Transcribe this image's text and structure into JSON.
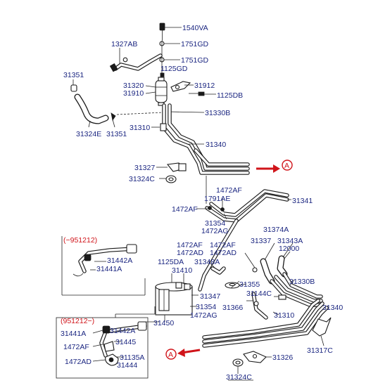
{
  "labels": {
    "p1540VA": "1540VA",
    "p1751GD_a": "1751GD",
    "p1327AB": "1327AB",
    "p1751GD_b": "1751GD",
    "p1125GD": "1125GD",
    "p31351_a": "31351",
    "p31912": "31912",
    "p31320": "31320",
    "p1125DB": "1125DB",
    "p31910": "31910",
    "p31330B_top": "31330B",
    "p31324E": "31324E",
    "p31351_b": "31351",
    "p31310_top": "31310",
    "p31340_top": "31340",
    "p31327": "31327",
    "p31324C_top": "31324C",
    "p1472AF_a": "1472AF",
    "p1791AE": "1791AE",
    "p31341": "31341",
    "p1472AF_b": "1472AF",
    "p31354_a": "31354",
    "p1472AG_a": "1472AG",
    "p31374A": "31374A",
    "p951212_to": "(−951212)",
    "p31442A_a": "31442A",
    "p31441A_a": "31441A",
    "p1472AF_c": "1472AF",
    "p1472AD_a": "1472AD",
    "p1472AF_d": "1472AF",
    "p1472AD_b": "1472AD",
    "p31337": "31337",
    "p31343A": "31343A",
    "p12000": "12000",
    "p1125DA": "1125DA",
    "p31348A": "31348A",
    "p31410": "31410",
    "p31355": "31355",
    "p31330B_bot": "31330B",
    "p31347": "31347",
    "p31144C": "31144C",
    "p31354_b": "31354",
    "p31366": "31366",
    "p31340_bot": "31340",
    "p1472AG_b": "1472AG",
    "p31310_bot": "31310",
    "p951212_from": "(951212−)",
    "p31450": "31450",
    "p31441A_b": "31441A",
    "p31442A_b": "31442A",
    "p31445": "31445",
    "p1472AF_e": "1472AF",
    "p31317C": "31317C",
    "p31135A": "31135A",
    "p1472AD_c": "1472AD",
    "p31444": "31444",
    "p31326": "31326",
    "p31324C_bot": "31324C"
  },
  "refs": {
    "top": "A",
    "bottom": "A"
  },
  "colors": {
    "label": "#1a2580",
    "reference": "#d0141a",
    "line": "#1a1a1a"
  }
}
